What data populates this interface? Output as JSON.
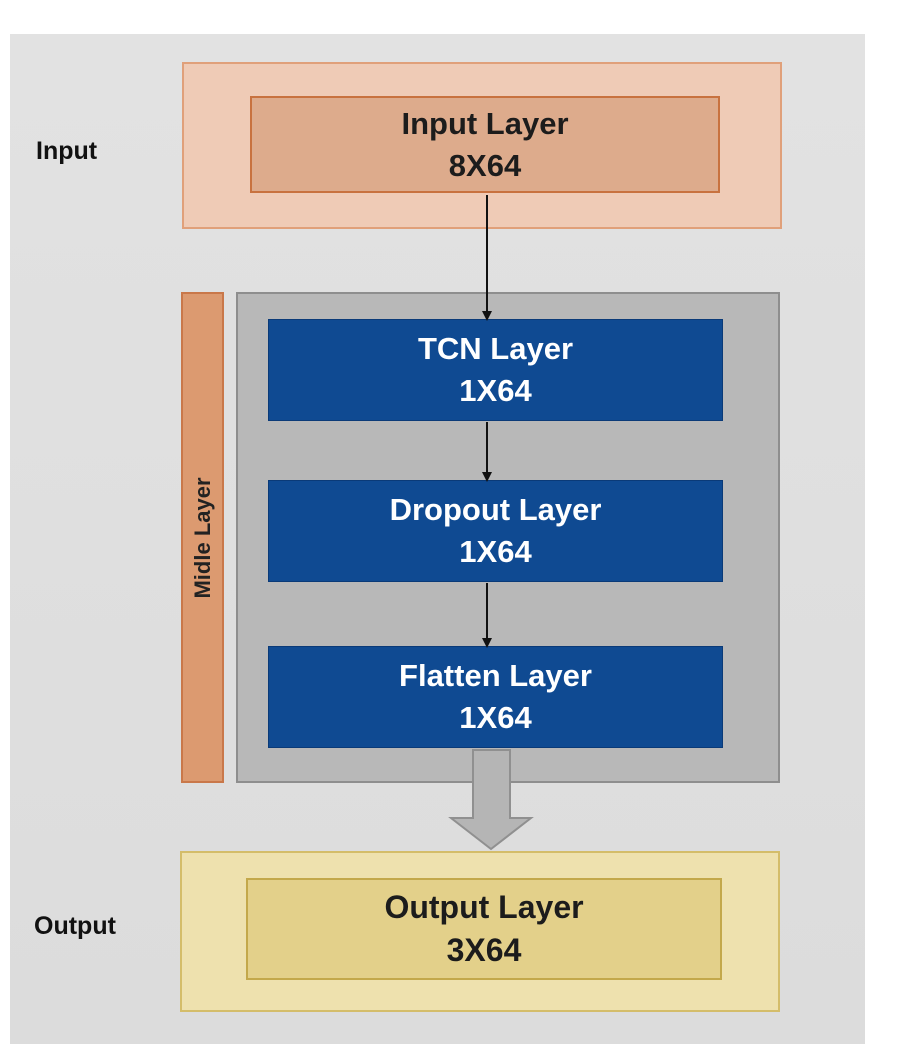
{
  "diagram": {
    "side_labels": {
      "input": "Input",
      "output": "Output"
    },
    "middle_label": "Midle Layer",
    "layers": {
      "input": {
        "name": "Input Layer",
        "shape": "8X64"
      },
      "tcn": {
        "name": "TCN Layer",
        "shape": "1X64"
      },
      "dropout": {
        "name": "Dropout Layer",
        "shape": "1X64"
      },
      "flatten": {
        "name": "Flatten Layer",
        "shape": "1X64"
      },
      "output": {
        "name": "Output Layer",
        "shape": "3X64"
      }
    },
    "colors": {
      "input_fill": "#ddab8c",
      "hidden_fill": "#0f4a92",
      "output_fill": "#e3d08a",
      "middle_label_fill": "#dc9a70"
    }
  }
}
